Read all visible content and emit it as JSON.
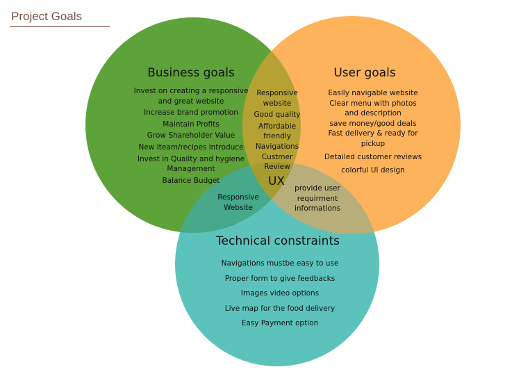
{
  "page_title": "Project Goals",
  "business": {
    "heading": "Business goals",
    "items": [
      "Invest on creating a responsive",
      "and great website",
      "Increase brand promotion",
      "Maintain Profits",
      "Grow Shareholder Value",
      "New Iteam/recipes introduce",
      "Invest in Quality and hygiene",
      "Management",
      "Balance Budget"
    ]
  },
  "user": {
    "heading": "User goals",
    "items": [
      "Easily navigable website",
      "Clear menu with photos",
      "and description",
      "save money/good deals",
      "Fast delivery & ready for",
      "pickup",
      "Detailed customer reviews",
      "colorful UI design"
    ]
  },
  "technical": {
    "heading": "Technical constraints",
    "items": [
      "Navigations mustbe easy to use",
      "Proper form to give feedbacks",
      "Images video options",
      "Live map for the food delivery",
      "Easy Payment option"
    ]
  },
  "overlap_business_user": [
    "Responsive",
    "website",
    "Good quality",
    "Affordable",
    "friendly",
    "Navigations",
    "Custmer",
    "Review"
  ],
  "overlap_business_technical": [
    "Responsive",
    "Website"
  ],
  "overlap_user_technical": [
    "provide user",
    "requirment",
    "informations"
  ],
  "center_label": "UX",
  "colors": {
    "business": "#5ea23a",
    "user": "#fdb35c",
    "technical": "#5cc3bc",
    "business_user": "#b5a232",
    "business_technical": "#45a98a",
    "user_technical": "#b7ae79",
    "center": "#a69b2f",
    "title": "#7a5046"
  }
}
